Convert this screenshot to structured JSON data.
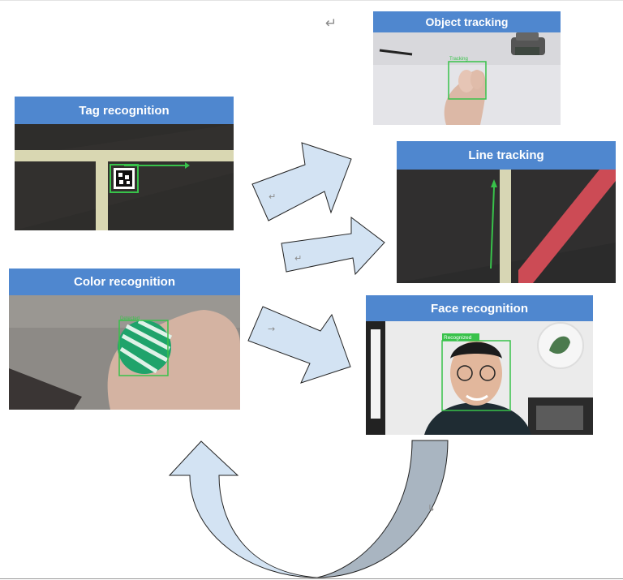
{
  "panels": {
    "object_tracking": {
      "title": "Object tracking",
      "box_label": "Tracking"
    },
    "tag_recognition": {
      "title": "Tag recognition"
    },
    "line_tracking": {
      "title": "Line tracking"
    },
    "color_recognition": {
      "title": "Color recognition",
      "box_label": "Detected"
    },
    "face_recognition": {
      "title": "Face recognition",
      "box_label": "Recognized"
    }
  },
  "marks": {
    "return": "↵",
    "small_return": "↵",
    "arrow": "→",
    "hook": "↳"
  },
  "colors": {
    "header_blue": "#4f87cf",
    "arrow_fill": "#d3e3f3",
    "arrow_dark": "#a9b5c1",
    "detect_green": "#38c24a"
  }
}
